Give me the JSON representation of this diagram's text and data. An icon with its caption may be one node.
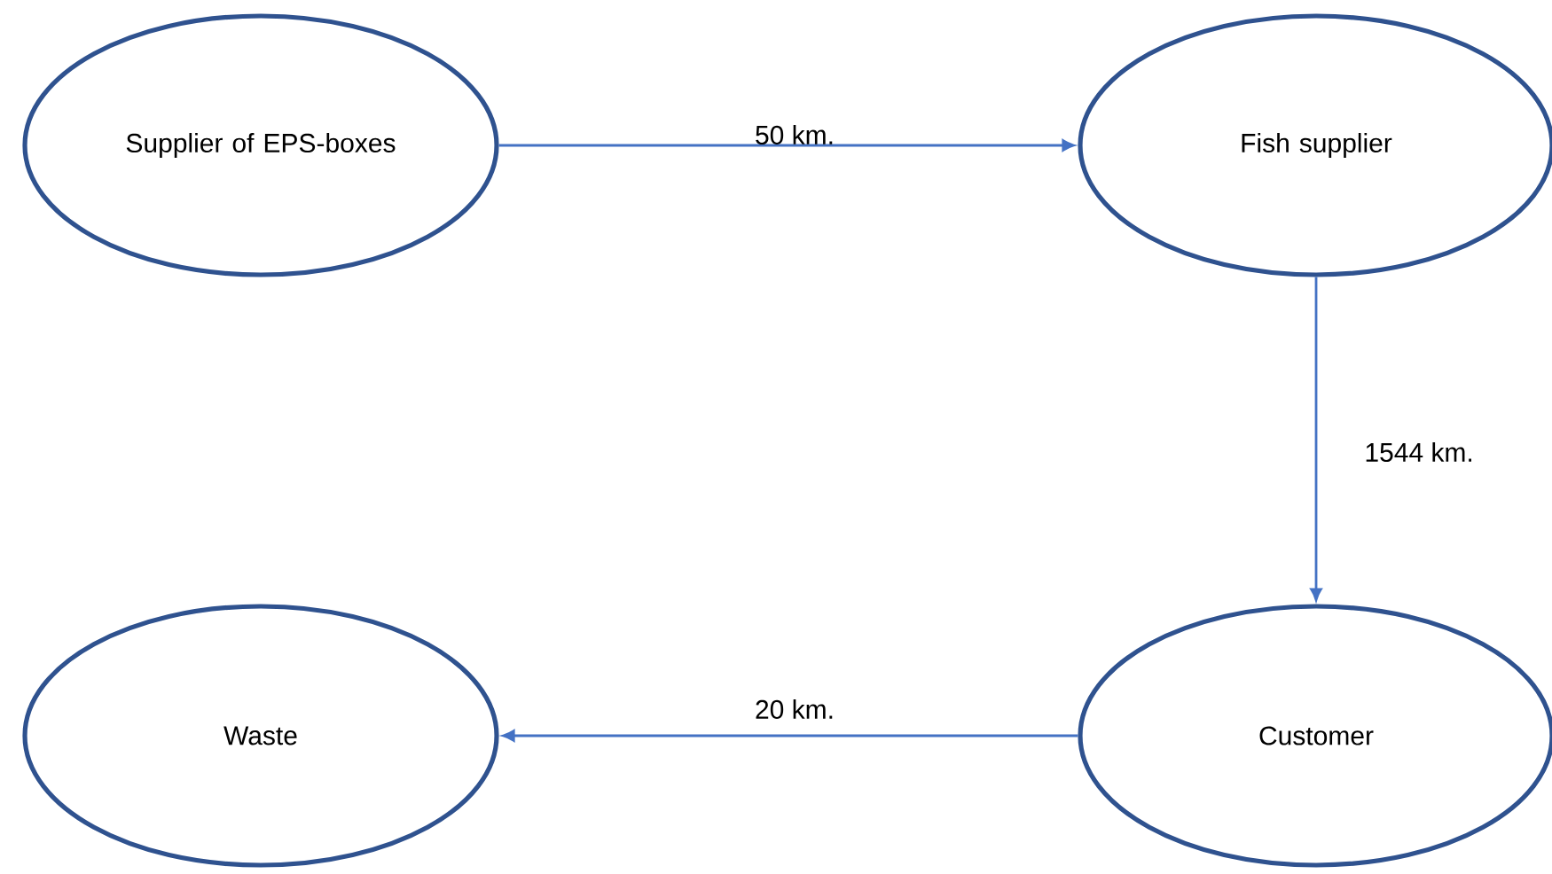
{
  "diagram": {
    "nodes": [
      {
        "text": [
          "Supplier of EPS-boxes"
        ]
      },
      {
        "text": [
          "Fish supplier"
        ]
      },
      {
        "text": [
          "Waste"
        ]
      },
      {
        "text": [
          "Customer"
        ]
      }
    ],
    "edges": [
      {
        "from": 0,
        "to": 1,
        "arrow": "to",
        "label": "50 km."
      },
      {
        "from": 1,
        "to": 3,
        "arrow": "to",
        "label": "1544 km."
      },
      {
        "from": 3,
        "to": 2,
        "arrow": "to",
        "label": "20 km."
      }
    ]
  }
}
